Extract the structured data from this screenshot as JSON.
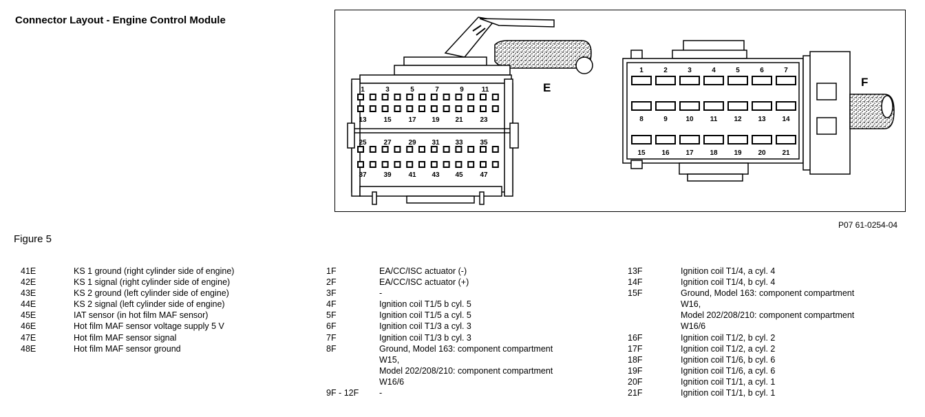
{
  "title": "Connector Layout - Engine Control Module",
  "figure_caption": "Figure 5",
  "figure_code": "P07 61-0254-04",
  "diagram": {
    "connector_e_label": "E",
    "connector_f_label": "F",
    "connector_e_top_row1": [
      "1",
      "3",
      "5",
      "7",
      "9",
      "11"
    ],
    "connector_e_top_row2": [
      "13",
      "15",
      "17",
      "19",
      "21",
      "23"
    ],
    "connector_e_bottom_row1": [
      "25",
      "27",
      "29",
      "31",
      "33",
      "35"
    ],
    "connector_e_bottom_row2": [
      "37",
      "39",
      "41",
      "43",
      "45",
      "47"
    ],
    "connector_f_row1": [
      "1",
      "2",
      "3",
      "4",
      "5",
      "6",
      "7"
    ],
    "connector_f_row2": [
      "8",
      "9",
      "10",
      "11",
      "12",
      "13",
      "14"
    ],
    "connector_f_row3": [
      "15",
      "16",
      "17",
      "18",
      "19",
      "20",
      "21"
    ]
  },
  "pin_table_col1": [
    {
      "pin": "41E",
      "desc": [
        "KS 1 ground (right cylinder side of engine)"
      ]
    },
    {
      "pin": "42E",
      "desc": [
        "KS 1 signal (right cylinder side of engine)"
      ]
    },
    {
      "pin": "43E",
      "desc": [
        "KS 2 ground (left cylinder side of engine)"
      ]
    },
    {
      "pin": "44E",
      "desc": [
        "KS 2 signal (left cylinder side of engine)"
      ]
    },
    {
      "pin": "45E",
      "desc": [
        "IAT sensor (in hot film MAF sensor)"
      ]
    },
    {
      "pin": "46E",
      "desc": [
        "Hot film MAF sensor voltage supply 5 V"
      ]
    },
    {
      "pin": "47E",
      "desc": [
        "Hot film MAF sensor signal"
      ]
    },
    {
      "pin": "48E",
      "desc": [
        "Hot film MAF sensor ground"
      ]
    }
  ],
  "pin_table_col2": [
    {
      "pin": "1F",
      "desc": [
        "EA/CC/ISC actuator (-)"
      ]
    },
    {
      "pin": "2F",
      "desc": [
        "EA/CC/ISC actuator (+)"
      ]
    },
    {
      "pin": "3F",
      "desc": [
        "-"
      ]
    },
    {
      "pin": "4F",
      "desc": [
        "Ignition coil T1/5 b cyl. 5"
      ]
    },
    {
      "pin": "5F",
      "desc": [
        "Ignition coil T1/5 a cyl. 5"
      ]
    },
    {
      "pin": "6F",
      "desc": [
        "Ignition coil T1/3 a cyl. 3"
      ]
    },
    {
      "pin": "7F",
      "desc": [
        "Ignition coil T1/3 b cyl. 3"
      ]
    },
    {
      "pin": "8F",
      "desc": [
        "Ground, Model 163: component compartment",
        "W15,",
        "Model 202/208/210: component compartment",
        "W16/6"
      ]
    },
    {
      "pin": "9F - 12F",
      "desc": [
        "-"
      ]
    }
  ],
  "pin_table_col3": [
    {
      "pin": "13F",
      "desc": [
        "Ignition coil T1/4, a cyl. 4"
      ]
    },
    {
      "pin": "14F",
      "desc": [
        "Ignition coil T1/4, b cyl. 4"
      ]
    },
    {
      "pin": "15F",
      "desc": [
        "Ground, Model 163: component compartment",
        "W16,",
        "Model 202/208/210: component compartment",
        "W16/6"
      ]
    },
    {
      "pin": "16F",
      "desc": [
        "Ignition coil T1/2, b cyl. 2"
      ]
    },
    {
      "pin": "17F",
      "desc": [
        "Ignition coil T1/2, a cyl. 2"
      ]
    },
    {
      "pin": "18F",
      "desc": [
        "Ignition coil T1/6, b cyl. 6"
      ]
    },
    {
      "pin": "19F",
      "desc": [
        "Ignition coil T1/6, a cyl. 6"
      ]
    },
    {
      "pin": "20F",
      "desc": [
        "Ignition coil T1/1, a cyl. 1"
      ]
    },
    {
      "pin": "21F",
      "desc": [
        "Ignition coil T1/1, b cyl. 1"
      ]
    }
  ]
}
